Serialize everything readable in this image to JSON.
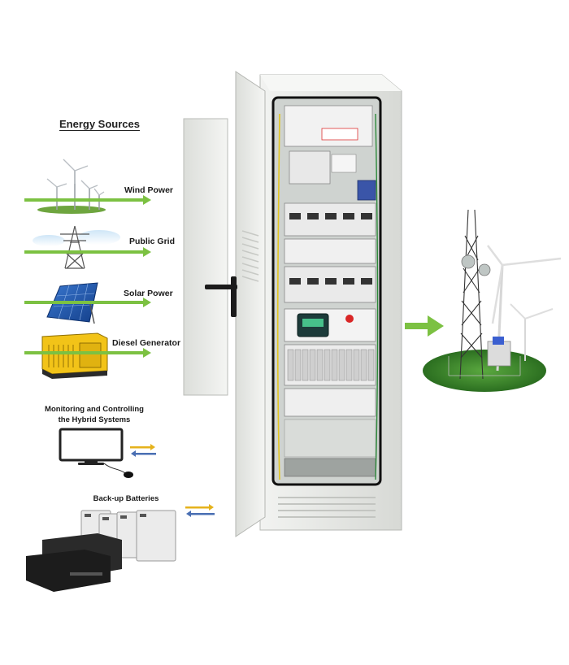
{
  "diagram": {
    "heading": "Energy Sources",
    "sources": [
      {
        "label": "Wind Power"
      },
      {
        "label": "Public Grid"
      },
      {
        "label": "Solar Power"
      },
      {
        "label": "Diesel Generator"
      }
    ],
    "monitoring": {
      "line1": "Monitoring and Controlling",
      "line2": "the Hybrid Systems"
    },
    "batteries": {
      "label": "Back-up Batteries"
    }
  },
  "colors": {
    "arrow_green": "#7cc142",
    "double_arrow_yellow": "#e5b21b",
    "double_arrow_blue": "#4a6fb3",
    "cabinet": "#e8e9e6",
    "ground_green": "#3c8c2c",
    "panel_blue": "#2356a8",
    "generator_yellow": "#f2c318"
  }
}
